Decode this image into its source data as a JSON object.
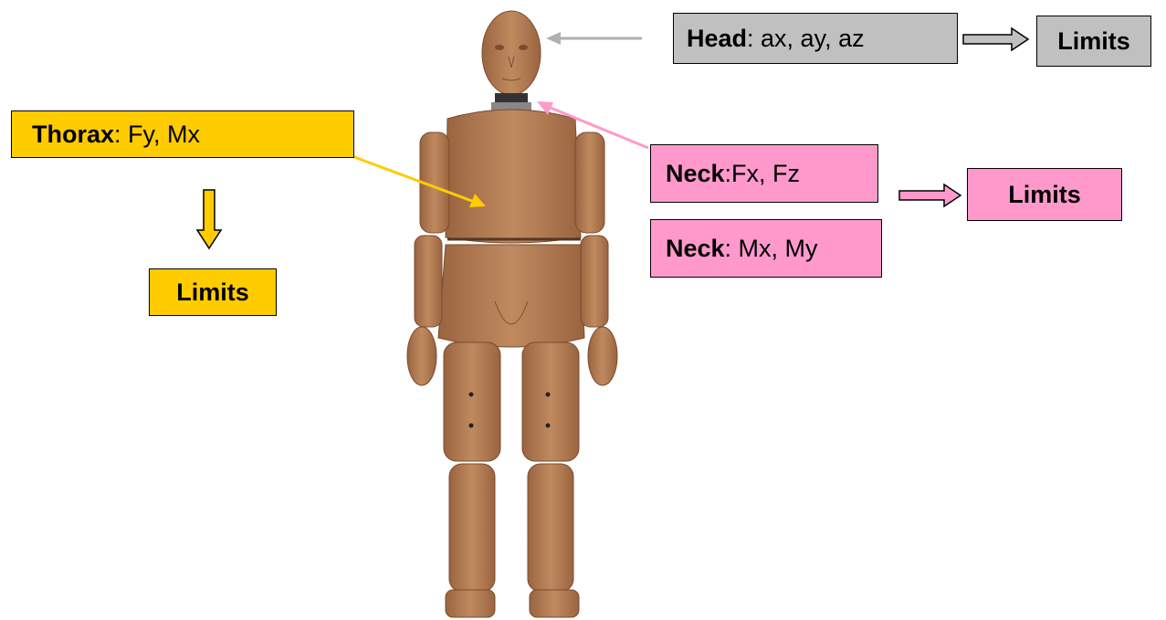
{
  "colors": {
    "head": "#c0c0c0",
    "thorax": "#ffcc00",
    "neck": "#ff99cc",
    "skin": "#b57b52"
  },
  "figure": {
    "icon": "crash-test-dummy-image"
  },
  "head_box": {
    "name": "Head",
    "signals": ": ax, ay, az"
  },
  "head_limits": {
    "label": "Limits"
  },
  "thorax_box": {
    "name": "Thorax",
    "signals": ": Fy, Mx"
  },
  "thorax_limits": {
    "label": "Limits"
  },
  "neck_force_box": {
    "name": "Neck",
    "signals": ":Fx, Fz"
  },
  "neck_moment_box": {
    "name": "Neck",
    "signals": ": Mx, My"
  },
  "neck_limits": {
    "label": "Limits"
  }
}
